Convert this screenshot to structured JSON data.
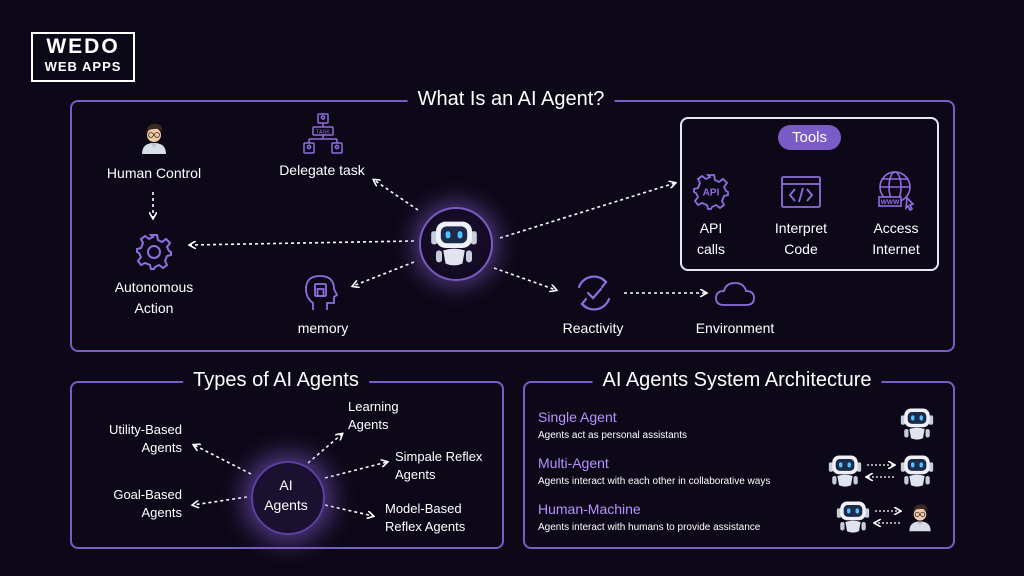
{
  "logo": {
    "line1": "WEDO",
    "line2": "WEB APPS"
  },
  "main_panel": {
    "title": "What Is an AI Agent?",
    "nodes": {
      "human_control": "Human Control",
      "delegate_task": "Delegate task",
      "autonomous_action": "Autonomous\nAction",
      "memory": "memory",
      "reactivity": "Reactivity",
      "environment": "Environment"
    },
    "tools": {
      "title": "Tools",
      "items": [
        "API\ncalls",
        "Interpret\nCode",
        "Access\nInternet"
      ]
    },
    "icons": {
      "delegate_task": "task-hierarchy-icon",
      "human": "person-avatar-icon",
      "autonomous": "gear-icon",
      "memory": "head-memory-icon",
      "reactivity": "refresh-check-icon",
      "environment": "cloud-icon",
      "api": "api-gear-icon",
      "code": "code-window-icon",
      "internet": "globe-www-icon",
      "center": "robot-icon"
    },
    "task_icon_text": "TASK"
  },
  "types_panel": {
    "title": "Types of AI Agents",
    "center": "AI\nAgents",
    "types": {
      "utility": "Utility-Based\nAgents",
      "learning": "Learning\nAgents",
      "simple_reflex": "Simpale Reflex\nAgents",
      "goal": "Goal-Based\nAgents",
      "model_reflex": "Model-Based\nReflex Agents"
    }
  },
  "arch_panel": {
    "title": "AI Agents System Architecture",
    "items": [
      {
        "title": "Single Agent",
        "desc": "Agents act as personal assistants"
      },
      {
        "title": "Multi-Agent",
        "desc": "Agents interact with each other in collaborative ways"
      },
      {
        "title": "Human-Machine",
        "desc": "Agents interact with humans to provide assistance"
      }
    ]
  },
  "colors": {
    "background": "#0d0818",
    "accent": "#7b5cc6",
    "highlight_text": "#b493ff",
    "text": "#ffffff"
  }
}
